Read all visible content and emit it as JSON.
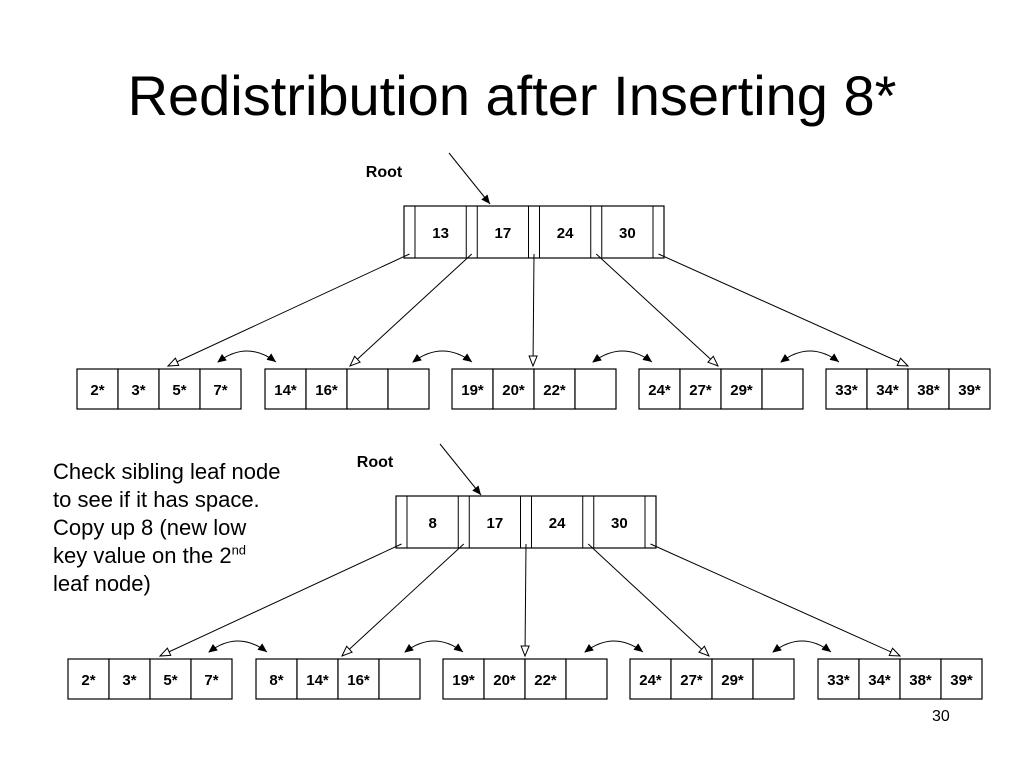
{
  "title": "Redistribution after Inserting 8*",
  "page_number": "30",
  "note": {
    "line1": "Check sibling leaf node",
    "line2": "to see if it has space.",
    "line3": "Copy up 8 (new low",
    "line4_prefix": "key value on the 2",
    "line4_sup": "nd",
    "line5": "leaf node)"
  },
  "trees": [
    {
      "root_label": "Root",
      "root_keys": [
        "13",
        "17",
        "24",
        "30"
      ],
      "leaves": [
        [
          "2*",
          "3*",
          "5*",
          "7*"
        ],
        [
          "14*",
          "16*",
          "",
          ""
        ],
        [
          "19*",
          "20*",
          "22*",
          ""
        ],
        [
          "24*",
          "27*",
          "29*",
          ""
        ],
        [
          "33*",
          "34*",
          "38*",
          "39*"
        ]
      ]
    },
    {
      "root_label": "Root",
      "root_keys": [
        "8",
        "17",
        "24",
        "30"
      ],
      "leaves": [
        [
          "2*",
          "3*",
          "5*",
          "7*"
        ],
        [
          "8*",
          "14*",
          "16*",
          ""
        ],
        [
          "19*",
          "20*",
          "22*",
          ""
        ],
        [
          "24*",
          "27*",
          "29*",
          ""
        ],
        [
          "33*",
          "34*",
          "38*",
          "39*"
        ]
      ]
    }
  ]
}
